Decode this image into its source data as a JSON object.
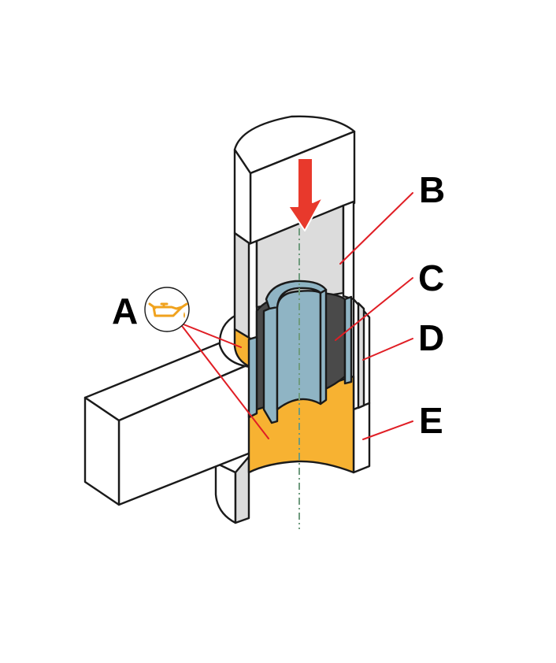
{
  "labels": {
    "a": "A",
    "b": "B",
    "c": "C",
    "d": "D",
    "e": "E"
  },
  "icons": {
    "lubrication": "oil-can-icon",
    "direction": "down-arrow-icon"
  },
  "colors": {
    "oil": "#F7B232",
    "sleeve": "#8FB4C4",
    "housing": "#4A4A4A",
    "bore": "#DCDCDC",
    "leader": "#E01E25",
    "arrow": "#E8392C",
    "axis": "#6F9B7E"
  }
}
